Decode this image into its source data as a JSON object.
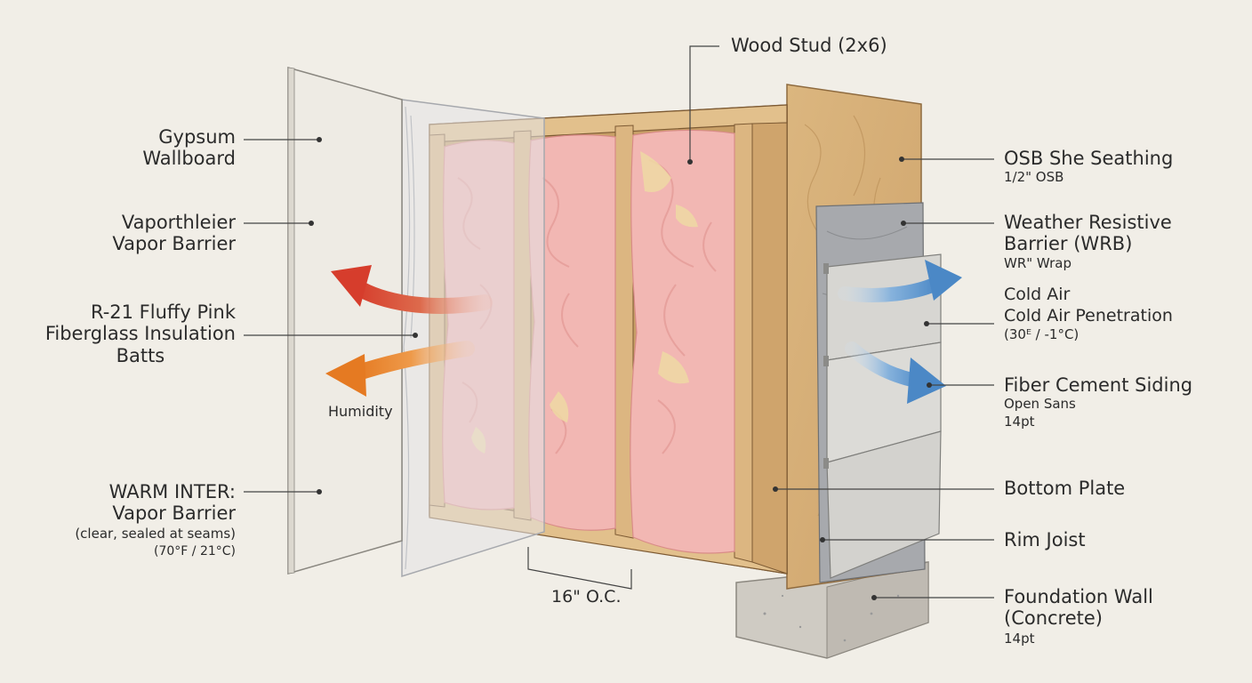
{
  "labels": {
    "wood_stud": "Wood Stud (2x6)",
    "gypsum": [
      "Gypsum",
      "Wallboard"
    ],
    "vapor": [
      "Vaporthleier",
      "Vapor Barrier"
    ],
    "insulation": [
      "R-21 Fluffy Pink",
      "Fiberglass Insulation",
      "Batts"
    ],
    "humidity": "Humidity",
    "warm_interior": [
      "WARM INTER:",
      "Vapor Barrier",
      "(clear, sealed at seams)",
      "(70°F / 21°C)"
    ],
    "spacing": "16\" O.C.",
    "osb": [
      "OSB She Seathing",
      "1/2\" OSB"
    ],
    "wrb": [
      "Weather Resistive",
      "Barrier (WRB)",
      "WR\" Wrap"
    ],
    "cold_air": [
      "Cold Air",
      "Cold Air Penetration",
      "(30ᴱ / -1°C)"
    ],
    "siding": [
      "Fiber Cement Siding",
      "Open Sans",
      "14pt"
    ],
    "bottom_plate": "Bottom Plate",
    "rim_joist": "Rim Joist",
    "foundation": [
      "Foundation Wall",
      "(Concrete)",
      "14pt"
    ]
  },
  "colors": {
    "background": "#f1eee7",
    "wood": "#d9b57c",
    "osb": "#d6ae78",
    "insulation": "#f2b7b3",
    "insulation_highlight": "#efd9a3",
    "concrete": "#cfcbc3",
    "gypsum": "#eeebe4",
    "siding": "#d7d6d2",
    "warm_arrow": "#d94a33",
    "warm_arrow_2": "#e8852f",
    "cold_arrow": "#4e8cc9",
    "leader_line": "#444444"
  }
}
